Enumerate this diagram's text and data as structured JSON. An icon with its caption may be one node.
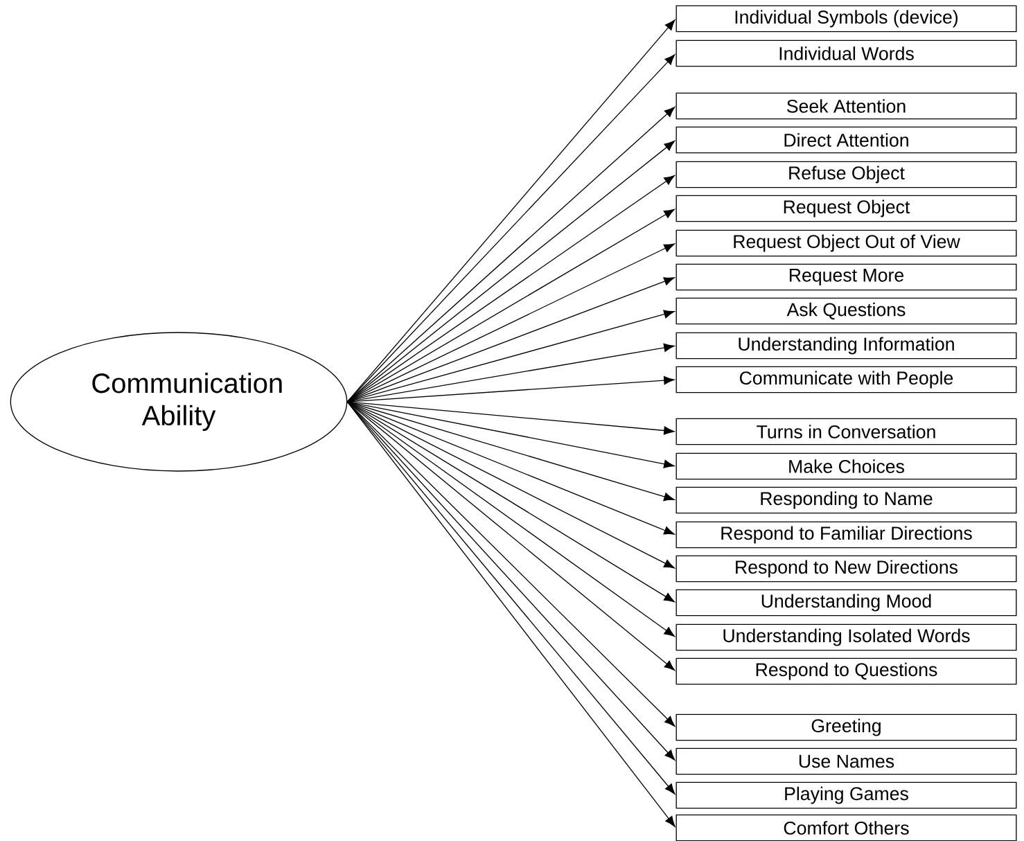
{
  "diagram": {
    "nodes": [
      {
        "text": [
          "Communication Ability"
        ]
      },
      {
        "text": [
          "Individual Symbols (device)"
        ]
      },
      {
        "text": [
          "Individual Words"
        ]
      },
      {
        "text": [
          "Seek Attention"
        ]
      },
      {
        "text": [
          "Direct Attention"
        ]
      },
      {
        "text": [
          "Refuse Object"
        ]
      },
      {
        "text": [
          "Request Object"
        ]
      },
      {
        "text": [
          "Request Object Out of View"
        ]
      },
      {
        "text": [
          "Request More"
        ]
      },
      {
        "text": [
          "Ask Questions"
        ]
      },
      {
        "text": [
          "Understanding Information"
        ]
      },
      {
        "text": [
          "Communicate with People"
        ]
      },
      {
        "text": [
          "Turns in Conversation"
        ]
      },
      {
        "text": [
          "Make Choices"
        ]
      },
      {
        "text": [
          "Responding to Name"
        ]
      },
      {
        "text": [
          "Respond to Familiar Directions"
        ]
      },
      {
        "text": [
          "Respond to New Directions"
        ]
      },
      {
        "text": [
          "Understanding Mood"
        ]
      },
      {
        "text": [
          "Understanding Isolated Words"
        ]
      },
      {
        "text": [
          "Respond to Questions"
        ]
      },
      {
        "text": [
          "Greeting"
        ]
      },
      {
        "text": [
          "Use Names"
        ]
      },
      {
        "text": [
          "Playing Games"
        ]
      },
      {
        "text": [
          "Comfort Others"
        ]
      }
    ],
    "edges": [
      {
        "from": 0,
        "to": 1,
        "arrow": "to"
      },
      {
        "from": 0,
        "to": 2,
        "arrow": "to"
      },
      {
        "from": 0,
        "to": 3,
        "arrow": "to"
      },
      {
        "from": 0,
        "to": 4,
        "arrow": "to"
      },
      {
        "from": 0,
        "to": 5,
        "arrow": "to"
      },
      {
        "from": 0,
        "to": 6,
        "arrow": "to"
      },
      {
        "from": 0,
        "to": 7,
        "arrow": "to"
      },
      {
        "from": 0,
        "to": 8,
        "arrow": "to"
      },
      {
        "from": 0,
        "to": 9,
        "arrow": "to"
      },
      {
        "from": 0,
        "to": 10,
        "arrow": "to"
      },
      {
        "from": 0,
        "to": 11,
        "arrow": "to"
      },
      {
        "from": 0,
        "to": 12,
        "arrow": "to"
      },
      {
        "from": 0,
        "to": 13,
        "arrow": "to"
      },
      {
        "from": 0,
        "to": 14,
        "arrow": "to"
      },
      {
        "from": 0,
        "to": 15,
        "arrow": "to"
      },
      {
        "from": 0,
        "to": 16,
        "arrow": "to"
      },
      {
        "from": 0,
        "to": 17,
        "arrow": "to"
      },
      {
        "from": 0,
        "to": 18,
        "arrow": "to"
      },
      {
        "from": 0,
        "to": 19,
        "arrow": "to"
      },
      {
        "from": 0,
        "to": 20,
        "arrow": "to"
      },
      {
        "from": 0,
        "to": 21,
        "arrow": "to"
      },
      {
        "from": 0,
        "to": 22,
        "arrow": "to"
      },
      {
        "from": 0,
        "to": 23,
        "arrow": "to"
      }
    ]
  }
}
